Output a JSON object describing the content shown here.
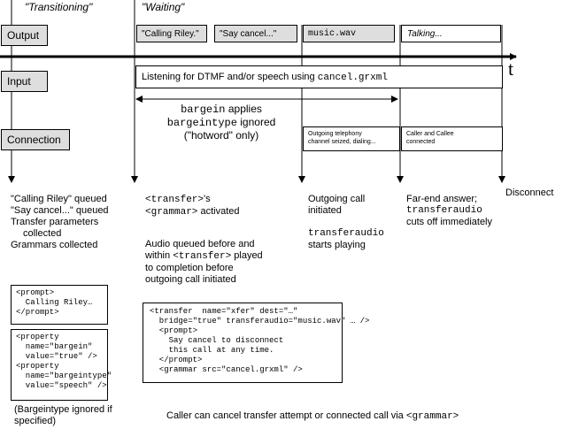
{
  "phases": {
    "transitioning": "\"Transitioning\"",
    "waiting": "\"Waiting\""
  },
  "lanes": {
    "output": "Output",
    "input": "Input",
    "connection": "Connection"
  },
  "output_boxes": {
    "calling_riley": "\"Calling Riley.\"",
    "say_cancel": "\"Say cancel...\"",
    "music": "music.wav",
    "talking": "Talking..."
  },
  "time_label": "t",
  "input_bar": {
    "prefix": "Listening for DTMF and/or speech using ",
    "grammar": "cancel.grxml"
  },
  "bargein": {
    "line1_code": "bargein",
    "line1_text": " applies",
    "line2_code": "bargeintype",
    "line2_text": " ignored",
    "line3": "(\"hotword\" only)"
  },
  "connection_boxes": {
    "outgoing_line1": "Outgoing telephony",
    "outgoing_line2": "channel seized, dialing...",
    "caller_line1": "Caller and Callee",
    "caller_line2": "connected"
  },
  "events": {
    "col1": [
      "\"Calling Riley\" queued",
      "\"Say cancel...\" queued",
      "Transfer parameters",
      "collected",
      "Grammars collected"
    ],
    "col2_transfer": "<transfer>",
    "col2_transfer_suffix": "'s",
    "col2_grammar": "<grammar>",
    "col2_grammar_suffix": " activated",
    "col2_audio_1": "Audio queued before and",
    "col2_audio_2_pre": "within ",
    "col2_audio_2_code": "<transfer>",
    "col2_audio_2_post": " played",
    "col2_audio_3": "to completion before",
    "col2_audio_4": "outgoing call initiated",
    "col3_1": "Outgoing call",
    "col3_2": "initiated",
    "col3_3": "transferaudio",
    "col3_4": "starts playing",
    "col4_1": "Far-end answer;",
    "col4_2": "transferaudio",
    "col4_3": "cuts off immediately",
    "col5": "Disconnect"
  },
  "code_prompt": "<prompt>\n  Calling Riley…\n</prompt>",
  "code_property": "<property\n  name=\"bargein\"\n  value=\"true\" />\n<property\n  name=\"bargeintype\"\n  value=\"speech\" />",
  "bargeintype_note": "(Bargeintype ignored if\nspecified)",
  "code_transfer": "<transfer  name=\"xfer\" dest=\"…\"\n  bridge=\"true\" transferaudio=\"music.wav\" … />\n  <prompt>\n    Say cancel to disconnect\n    this call at any time.\n  </prompt>\n  <grammar src=\"cancel.grxml\" />",
  "footer": {
    "text": "Caller can cancel transfer attempt or connected call via ",
    "code": "<grammar>"
  }
}
